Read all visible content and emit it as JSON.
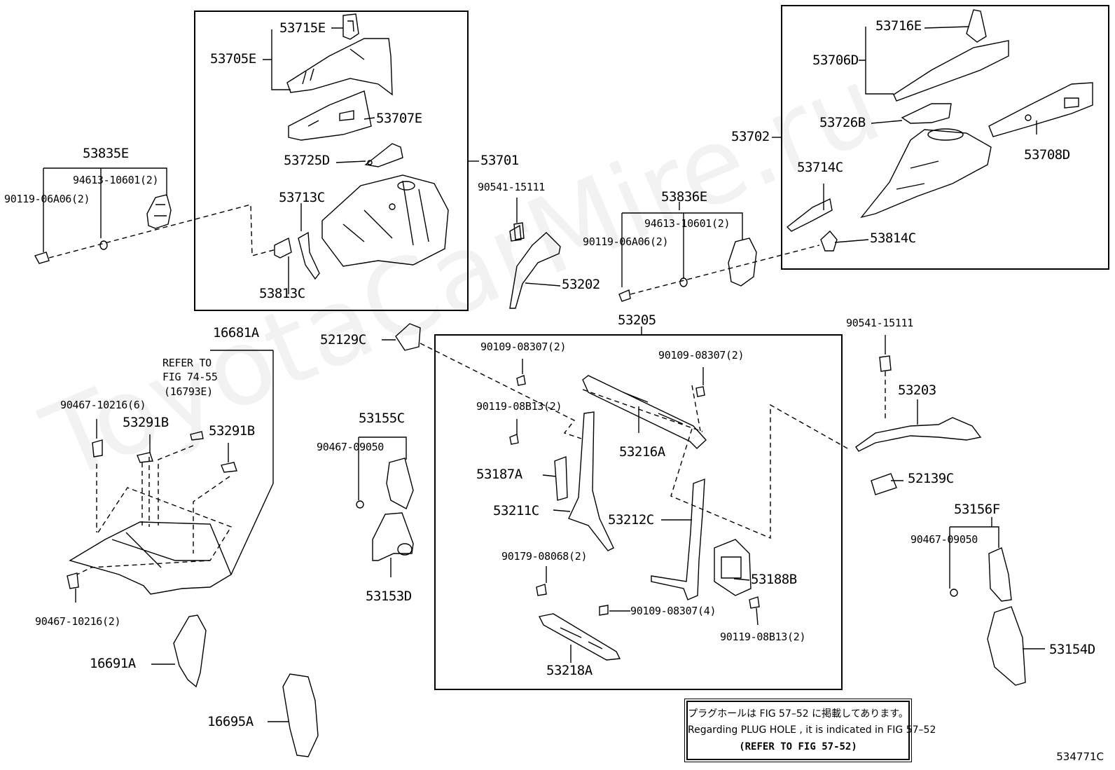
{
  "watermark": "ToyotaCarMire.ru",
  "figure_number": "534771C",
  "note": {
    "jp": "プラグホールは FIG 57–52 に掲載してあります。",
    "en": "Regarding  PLUG  HOLE , it is indicated in FIG  57–52",
    "ref": "(REFER TO FIG 57-52)"
  },
  "labels": {
    "p53715E": "53715E",
    "p53705E": "53705E",
    "p53707E": "53707E",
    "p53725D": "53725D",
    "p53713C": "53713C",
    "p53813C": "53813C",
    "p53701": "53701",
    "p53835E": "53835E",
    "p94613a": "94613-10601(2)",
    "p90119a": "90119-06A06(2)",
    "p90541a": "90541-15111",
    "p53202": "53202",
    "p53836E": "53836E",
    "p94613b": "94613-10601(2)",
    "p90119b": "90119-06A06(2)",
    "p53716E": "53716E",
    "p53706D": "53706D",
    "p53726B": "53726B",
    "p53708D": "53708D",
    "p53714C": "53714C",
    "p53814C": "53814C",
    "p53702": "53702",
    "p53205": "53205",
    "p52129C": "52129C",
    "p16681A": "16681A",
    "refer1": "REFER TO",
    "refer2": "FIG 74-55",
    "refer3": "(16793E)",
    "p90467a": "90467-10216(6)",
    "p53291B1": "53291B",
    "p53291B2": "53291B",
    "p90467b": "90467-10216(2)",
    "p16691A": "16691A",
    "p16695A": "16695A",
    "p53155C": "53155C",
    "p90467c": "90467-09050",
    "p53153D": "53153D",
    "p90109a": "90109-08307(2)",
    "p90109b": "90109-08307(2)",
    "p90119c": "90119-08B13(2)",
    "p53216A": "53216A",
    "p53187A": "53187A",
    "p53211C": "53211C",
    "p53212C": "53212C",
    "p90179": "90179-08068(2)",
    "p53188B": "53188B",
    "p90109c": "90109-08307(4)",
    "p90119d": "90119-08B13(2)",
    "p53218A": "53218A",
    "p90541b": "90541-15111",
    "p53203": "53203",
    "p52139C": "52139C",
    "p53156F": "53156F",
    "p90467d": "90467-09050",
    "p53154D": "53154D"
  }
}
